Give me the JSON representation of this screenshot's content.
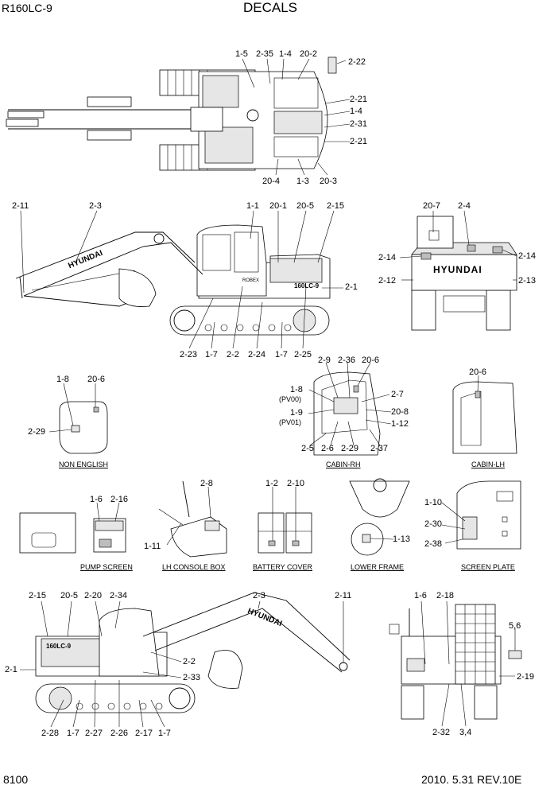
{
  "header": {
    "model": "R160LC-9",
    "title": "DECALS"
  },
  "footer": {
    "page": "8100",
    "date": "2010. 5.31  REV.10E"
  },
  "captions": {
    "non_english": "NON ENGLISH",
    "cabin_rh": "CABIN-RH",
    "cabin_lh": "CABIN-LH",
    "pump_screen": "PUMP SCREEN",
    "lh_console": "LH CONSOLE BOX",
    "battery_cover": "BATTERY COVER",
    "lower_frame": "LOWER FRAME",
    "screen_plate": "SCREEN PLATE"
  },
  "brand_text": {
    "boom": "HYUNDAI",
    "rear": "HYUNDAI",
    "model_plate": "160LC-9",
    "robex": "ROBEX"
  },
  "callouts": {
    "top_1_5": "1-5",
    "top_2_35": "2-35",
    "top_1_4a": "1-4",
    "top_20_2": "20-2",
    "top_2_22": "2-22",
    "top_2_21a": "2-21",
    "top_1_4b": "1-4",
    "top_2_31": "2-31",
    "top_2_21b": "2-21",
    "top_20_4": "20-4",
    "top_1_3": "1-3",
    "top_20_3": "20-3",
    "rs_2_11": "2-11",
    "rs_2_3": "2-3",
    "rs_1_1": "1-1",
    "rs_20_1": "20-1",
    "rs_20_5": "20-5",
    "rs_2_15": "2-15",
    "rs_2_1": "2-1",
    "rs_2_23": "2-23",
    "rs_1_7a": "1-7",
    "rs_2_2": "2-2",
    "rs_2_24": "2-24",
    "rs_1_7b": "1-7",
    "rs_2_25": "2-25",
    "rv_20_7": "20-7",
    "rv_2_4": "2-4",
    "rv_2_14a": "2-14",
    "rv_2_14b": "2-14",
    "rv_2_12": "2-12",
    "rv_2_13": "2-13",
    "ne_1_8": "1-8",
    "ne_20_6": "20-6",
    "ne_2_29": "2-29",
    "crh_2_9": "2-9",
    "crh_2_36": "2-36",
    "crh_20_6": "20-6",
    "crh_1_8": "1-8",
    "crh_pv00": "(PV00)",
    "crh_2_7": "2-7",
    "crh_1_9": "1-9",
    "crh_pv01": "(PV01)",
    "crh_20_8": "20-8",
    "crh_1_12": "1-12",
    "crh_2_5": "2-5",
    "crh_2_6": "2-6",
    "crh_2_29": "2-29",
    "crh_2_37": "2-37",
    "clh_20_6": "20-6",
    "ps_1_6": "1-6",
    "ps_2_16": "2-16",
    "lc_2_8": "2-8",
    "lc_1_11": "1-11",
    "bc_1_2": "1-2",
    "bc_2_10": "2-10",
    "lf_1_13": "1-13",
    "sp_1_10": "1-10",
    "sp_2_30": "2-30",
    "sp_2_38": "2-38",
    "ls_2_15": "2-15",
    "ls_20_5": "20-5",
    "ls_2_20": "2-20",
    "ls_2_34": "2-34",
    "ls_2_3": "2-3",
    "ls_2_11": "2-11",
    "ls_2_1": "2-1",
    "ls_2_2": "2-2",
    "ls_2_33": "2-33",
    "ls_2_28": "2-28",
    "ls_1_7a": "1-7",
    "ls_2_27": "2-27",
    "ls_2_26": "2-26",
    "ls_2_17": "2-17",
    "ls_1_7b": "1-7",
    "br_1_6": "1-6",
    "br_2_18": "2-18",
    "br_5_6": "5,6",
    "br_2_19": "2-19",
    "br_2_32": "2-32",
    "br_3_4": "3,4"
  }
}
